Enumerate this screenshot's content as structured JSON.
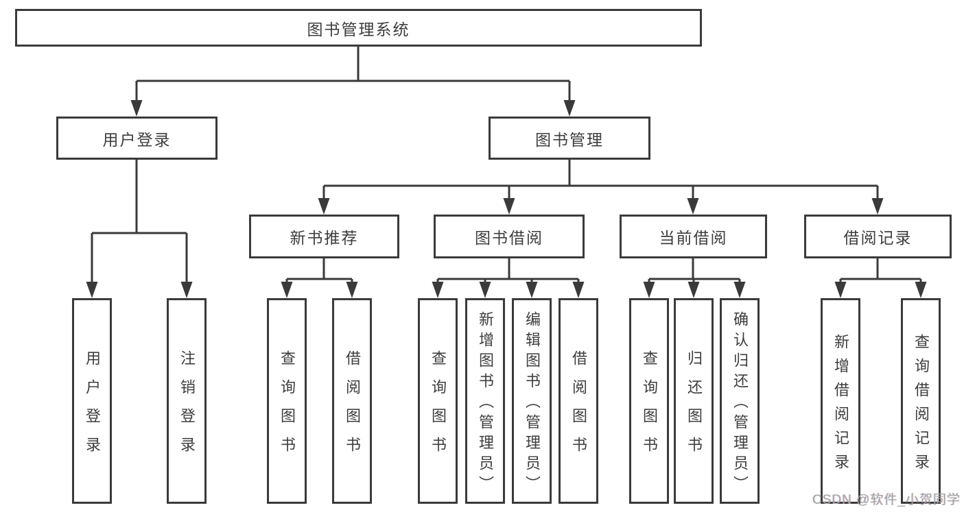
{
  "title": {
    "label": "图书管理系统"
  },
  "level2": [
    {
      "label": "用户登录"
    },
    {
      "label": "图书管理"
    }
  ],
  "level3": [
    {
      "label": "新书推荐"
    },
    {
      "label": "图书借阅"
    },
    {
      "label": "当前借阅"
    },
    {
      "label": "借阅记录"
    }
  ],
  "leaves": [
    {
      "label": "用户登录"
    },
    {
      "label": "注销登录"
    },
    {
      "label": "查询图书"
    },
    {
      "label": "借阅图书"
    },
    {
      "label": "查询图书"
    },
    {
      "label": "新增图书（管理员）"
    },
    {
      "label": "编辑图书（管理员）"
    },
    {
      "label": "借阅图书"
    },
    {
      "label": "查询图书"
    },
    {
      "label": "归还图书"
    },
    {
      "label": "确认归还（管理员）"
    },
    {
      "label": "新增借阅记录"
    },
    {
      "label": "查询借阅记录"
    }
  ],
  "watermark": {
    "text": "CSDN @软件_小贺同学"
  },
  "colors": {
    "line": "#3a3a3a",
    "text": "#3d3d3d",
    "watermark": "#a3a3a3",
    "background": "#ffffff"
  }
}
